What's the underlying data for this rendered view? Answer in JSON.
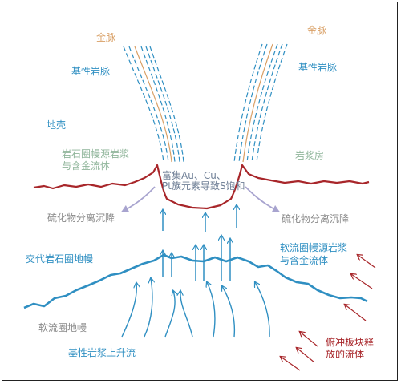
{
  "labels": {
    "gold_vein_left": "金脉",
    "gold_vein_right": "金脉",
    "mafic_dike_left": "基性岩脉",
    "mafic_dike_right": "基性岩脉",
    "crust": "地壳",
    "lithos_magma_line1": "岩石圈幔源岩浆",
    "lithos_magma_line2": "与含金流体",
    "magma_chamber": "岩浆房",
    "enrich_line1": "富集Au、Cu、",
    "enrich_line2": "Pt族元素导致S饱和",
    "sulfide_left": "硫化物分离沉降",
    "sulfide_right": "硫化物分离沉降",
    "metasomatized_mantle": "交代岩石圈地幔",
    "astheno_magma_line1": "软流圈幔源岩浆",
    "astheno_magma_line2": "与含金流体",
    "asthenosphere": "软流圈地幔",
    "upwelling": "基性岩浆上升流",
    "slab_line1": "俯冲板块释",
    "slab_line2": "放的流体"
  },
  "colors": {
    "blue": "#2f8fc2",
    "red": "#a8262a",
    "gold": "#d9a066",
    "lavender": "#a8a4cf"
  }
}
